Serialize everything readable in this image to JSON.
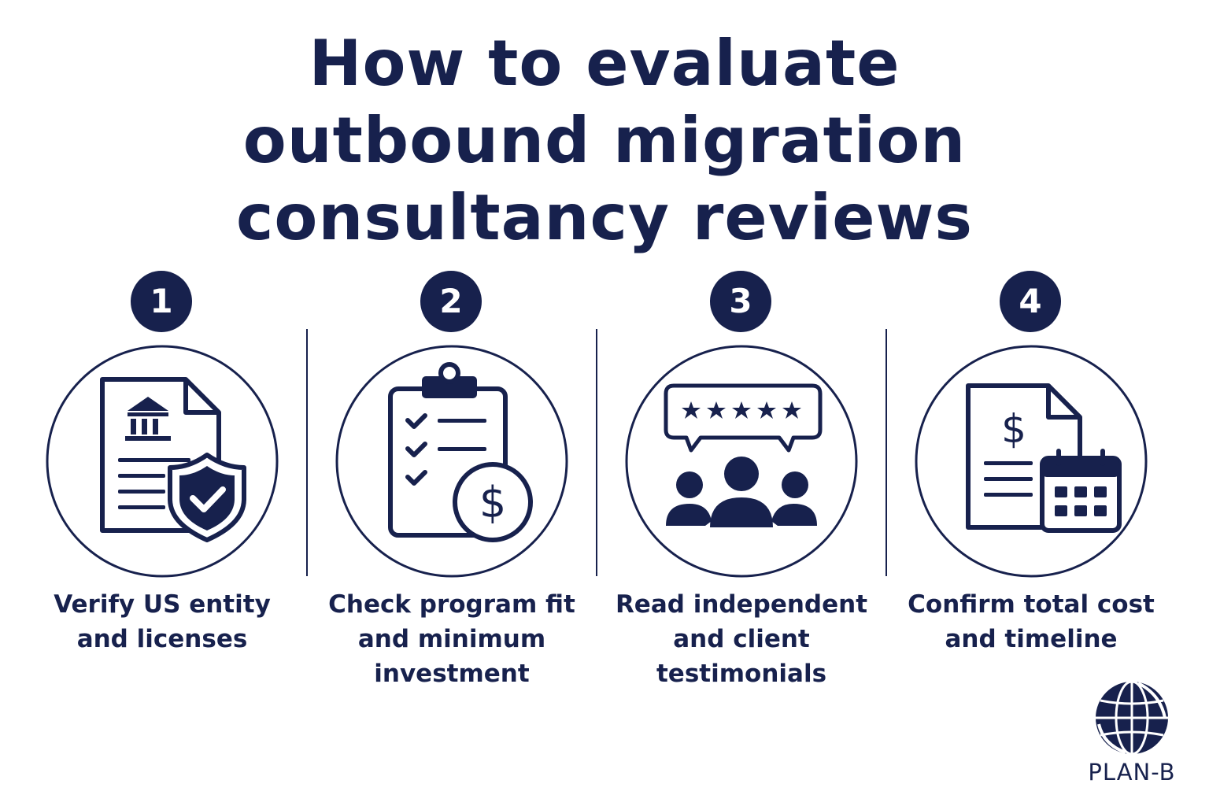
{
  "title": {
    "lines": [
      "How to evaluate",
      "outbound migration",
      "consultancy reviews"
    ]
  },
  "colors": {
    "navy": "#17214d",
    "background": "#ffffff"
  },
  "steps": [
    {
      "number": "1",
      "icon": "document-bank-shield-icon",
      "label_lines": [
        "Verify US entity",
        "and licenses"
      ]
    },
    {
      "number": "2",
      "icon": "clipboard-checklist-dollar-icon",
      "label_lines": [
        "Check program fit",
        "and minimum",
        "investment"
      ]
    },
    {
      "number": "3",
      "icon": "review-stars-people-icon",
      "label_lines": [
        "Read independent",
        "and client",
        "testimonials"
      ]
    },
    {
      "number": "4",
      "icon": "invoice-calendar-icon",
      "label_lines": [
        "Confirm total cost",
        "and timeline"
      ]
    }
  ],
  "brand": {
    "name": "PLAN-B",
    "icon": "globe-icon"
  }
}
